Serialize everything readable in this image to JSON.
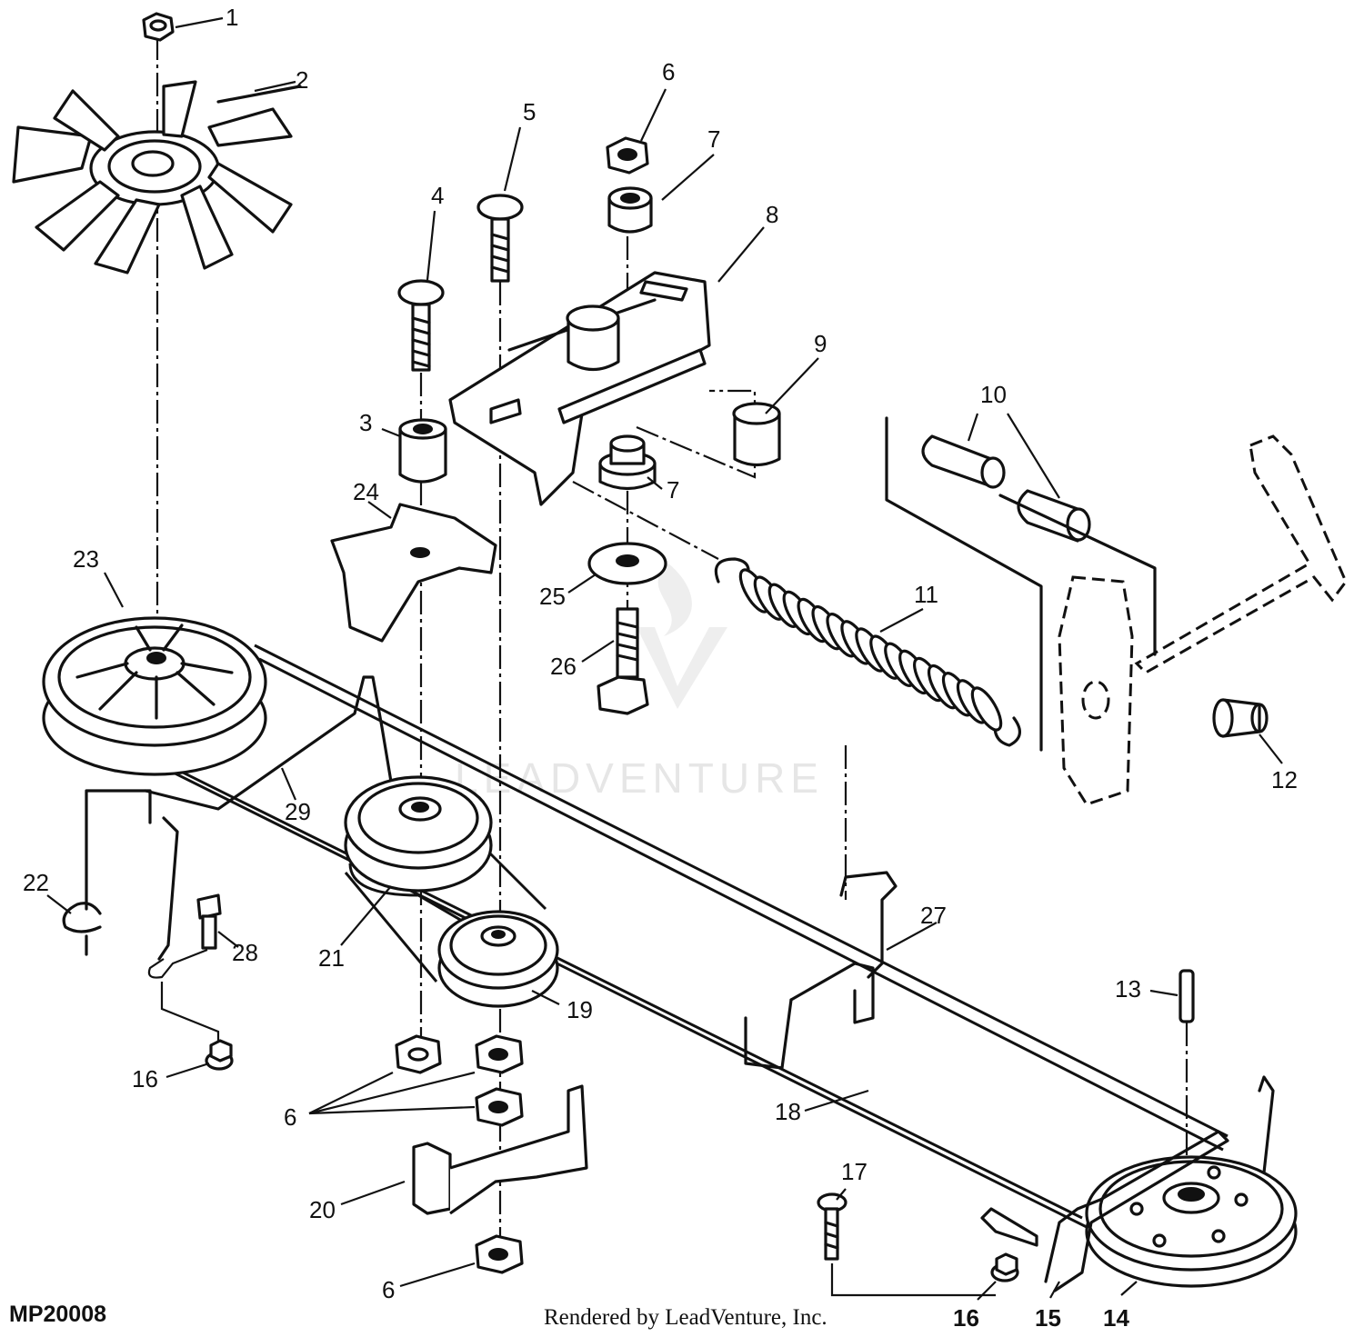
{
  "figure": {
    "id": "MP20008",
    "credit": "Rendered by LeadVenture, Inc.",
    "watermark": "LEADVENTURE"
  },
  "callouts": {
    "c1": "1",
    "c2": "2",
    "c3": "3",
    "c4": "4",
    "c5": "5",
    "c6a": "6",
    "c6b": "6",
    "c6c": "6",
    "c7a": "7",
    "c7b": "7",
    "c8": "8",
    "c9": "9",
    "c10": "10",
    "c11": "11",
    "c12": "12",
    "c13": "13",
    "c14": "14",
    "c15": "15",
    "c16a": "16",
    "c16b": "16",
    "c17": "17",
    "c18": "18",
    "c19": "19",
    "c20": "20",
    "c21": "21",
    "c22": "22",
    "c23": "23",
    "c24": "24",
    "c25": "25",
    "c26": "26",
    "c27": "27",
    "c28": "28",
    "c29": "29"
  }
}
